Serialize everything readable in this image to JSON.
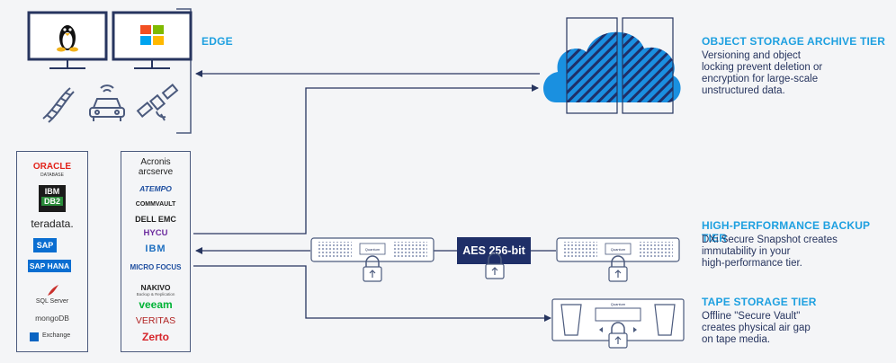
{
  "edge": {
    "label": "EDGE"
  },
  "tiers": {
    "object": {
      "title": "OBJECT STORAGE ARCHIVE TIER",
      "desc": [
        "Versioning and object",
        "locking prevent deletion or",
        "encryption for large-scale",
        "unstructured data."
      ]
    },
    "backup": {
      "title": "HIGH-PERFORMANCE BACKUP TIER",
      "desc": [
        "DXi Secure Snapshot creates",
        "immutability in your",
        "high-performance tier."
      ]
    },
    "tape": {
      "title": "TAPE STORAGE TIER",
      "desc": [
        "Offline \"Secure Vault\"",
        "creates physical air gap",
        "on tape media."
      ]
    }
  },
  "aes": {
    "label": "AES 256-bit"
  },
  "sources": [
    "ORACLE",
    "DATABASE",
    "IBM",
    "DB2",
    "teradata.",
    "SAP",
    "SAP HANA",
    "SQL Server",
    "mongoDB",
    "Exchange"
  ],
  "backup_vendors": [
    "Acronis",
    "arcserve",
    "ATEMPO",
    "COMMVAULT",
    "DELL EMC",
    "HYCU",
    "IBM",
    "MICRO FOCUS",
    "NAKIVO",
    "Backup & Replication",
    "veeam",
    "VERITAS",
    "Zerto"
  ],
  "device_brand": "Quantum",
  "icons": [
    "linux-icon",
    "windows-icon",
    "dna-icon",
    "autonomous-car-icon",
    "satellite-icon",
    "cloud-icon",
    "lock-icon"
  ],
  "colors": {
    "accent": "#1ea0e0",
    "navy": "#1f2f68",
    "line": "#27355f",
    "cloud": "#1a90e0"
  }
}
